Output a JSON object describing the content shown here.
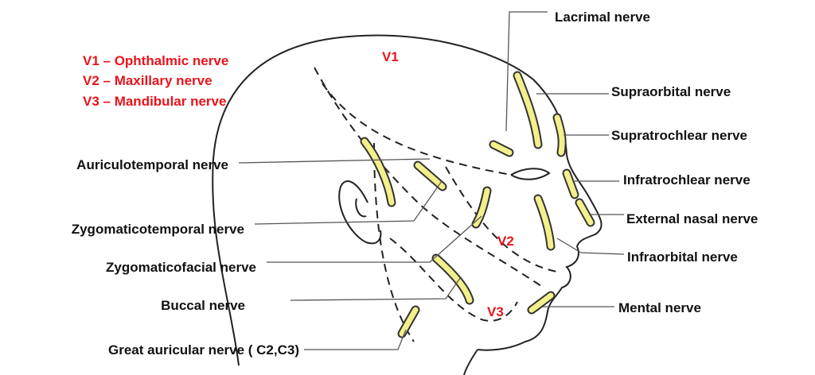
{
  "legend": [
    "V1 – Ophthalmic nerve",
    "V2 – Maxillary nerve",
    "V3 – Mandibular nerve"
  ],
  "regions": {
    "v1": "V1",
    "v2": "V2",
    "v3": "V3"
  },
  "labels": {
    "lacrimal": "Lacrimal nerve",
    "supraorbital": "Supraorbital nerve",
    "supratrochlear": "Supratrochlear nerve",
    "auriculotemporal": "Auriculotemporal nerve",
    "infratrochlear": "Infratrochlear nerve",
    "external_nasal": "External nasal nerve",
    "zygomaticotemporal": "Zygomaticotemporal nerve",
    "infraorbital": "Infraorbital nerve",
    "zygomaticofacial": "Zygomaticofacial nerve",
    "buccal": "Buccal nerve",
    "mental": "Mental nerve",
    "great_auricular": "Great auricular nerve ( C2,C3)"
  },
  "colors": {
    "legend": "#e8141c",
    "nerve": "#f2f08a",
    "leader": "#555555"
  }
}
